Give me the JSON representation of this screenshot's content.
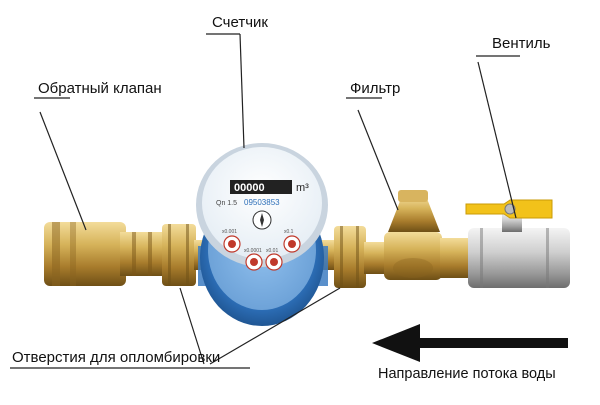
{
  "labels": {
    "meter": "Счетчик",
    "check_valve": "Обратный клапан",
    "filter": "Фильтр",
    "valve": "Вентиль",
    "seal_holes": "Отверстия для опломбировки",
    "flow_direction": "Направление потока воды"
  },
  "meter_face": {
    "unit": "m³",
    "class": "Qn 1.5",
    "serial": "09503853",
    "counter": "00000",
    "dial_0": "x0.001",
    "dial_1": "x0.0001",
    "dial_2": "x0.01",
    "dial_3": "x0.1"
  },
  "colors": {
    "brass": "#c9a14a",
    "meter_blue": "#2d6fb8",
    "valve_handle": "#f2c21a",
    "arrow": "#111111"
  }
}
